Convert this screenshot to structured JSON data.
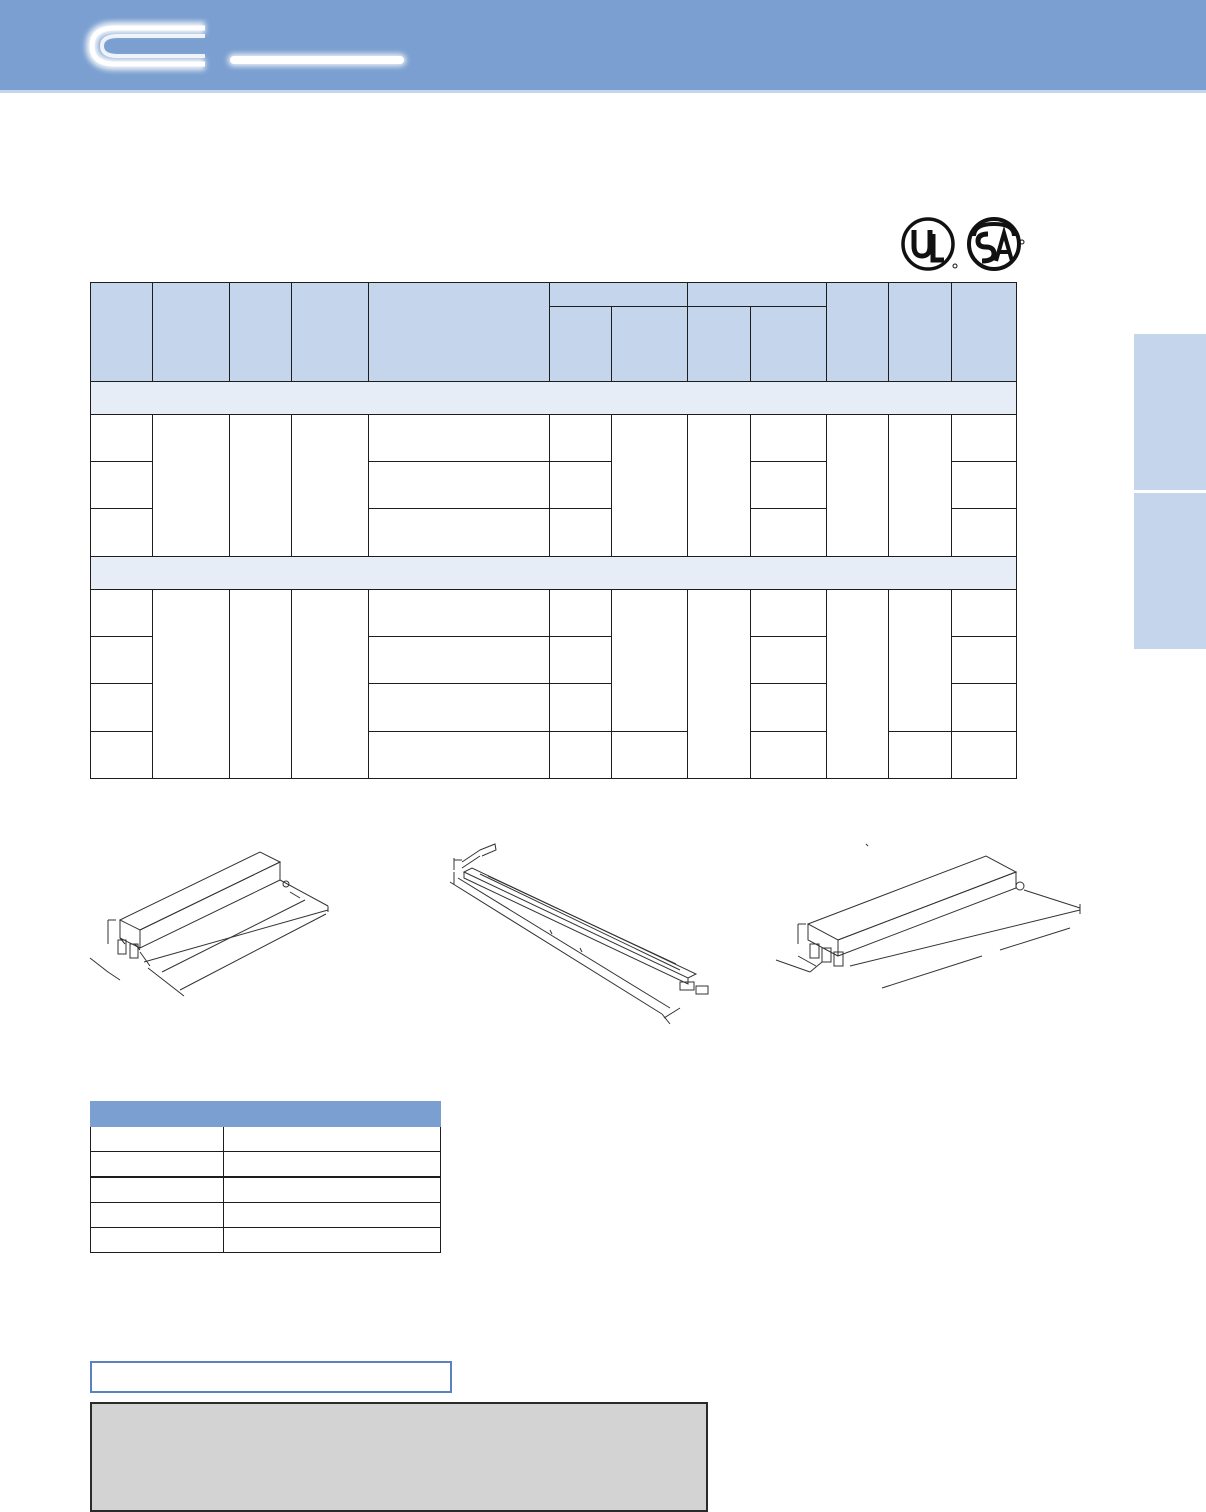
{
  "colors": {
    "header_band": "#7a9fd0",
    "table_header": "#c5d5ec",
    "section_row": "#e6edf7",
    "note_box": "#d3d3d3",
    "order_box_border": "#5a82c0"
  },
  "icons": {
    "header_logo": "u-shaped-and-linear-fluorescent-tube-icon",
    "cert_1": "ul-listed-mark-icon",
    "cert_2": "csa-certified-mark-icon",
    "drawings": [
      "ballast-case-drawing-small",
      "ballast-case-drawing-long",
      "ballast-case-drawing-large"
    ]
  }
}
